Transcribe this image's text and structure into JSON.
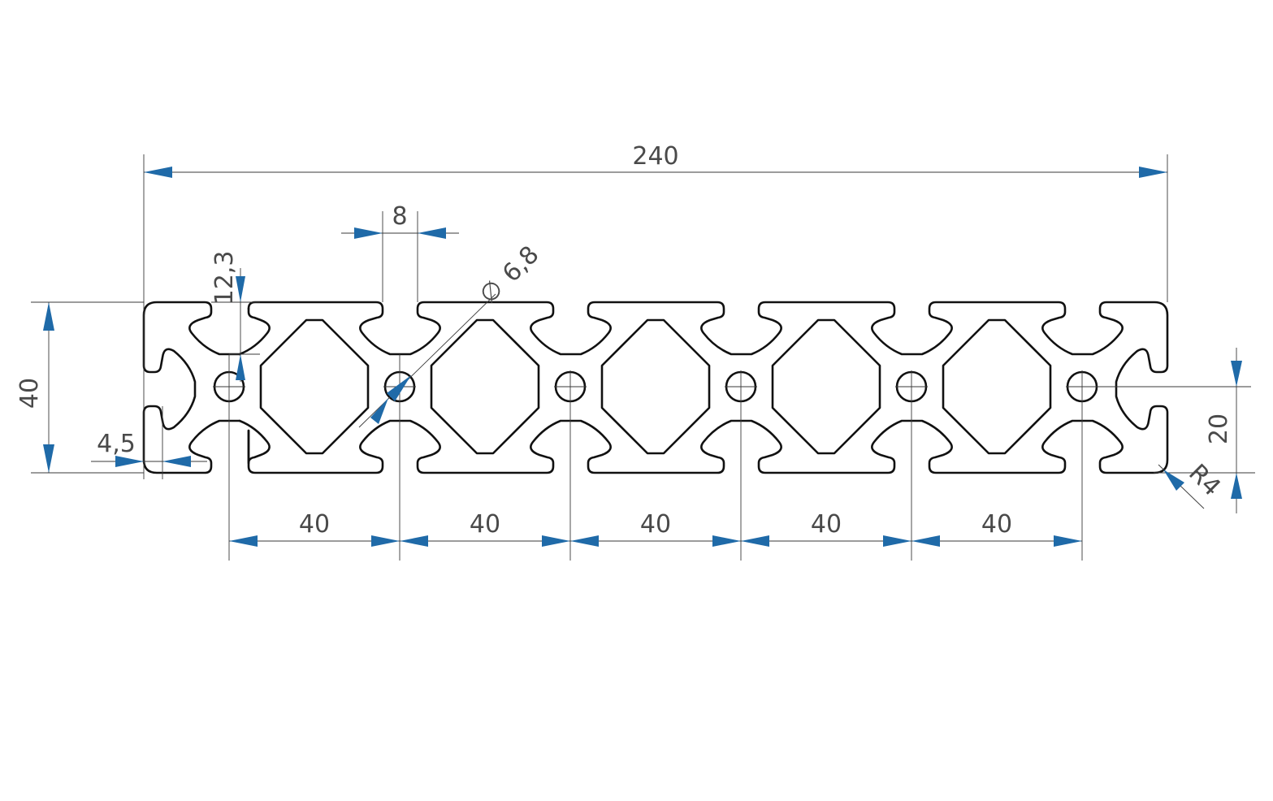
{
  "drawing": {
    "type": "aluminium profile cross-section",
    "dimensions": {
      "overall_width": "240",
      "height": "40",
      "slot_width": "8",
      "slot_depth": "12,3",
      "hole_diameter": "6,8",
      "hole_diameter_symbol": "∅",
      "wall_thickness": "4,5",
      "center_offset": "20",
      "corner_radius": "R4",
      "pitch": [
        "40",
        "40",
        "40",
        "40",
        "40"
      ]
    },
    "colors": {
      "outline": "#111111",
      "dimension_line": "#3a3a3a",
      "arrow": "#1f6aa8",
      "text": "#4a4a4a"
    }
  }
}
